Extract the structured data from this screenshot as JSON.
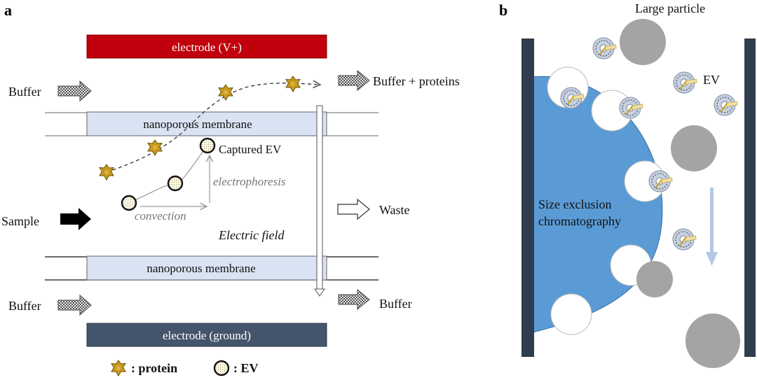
{
  "panel_a": {
    "letter": "a",
    "electrode_top": "electrode (V+)",
    "electrode_bottom": "electrode (ground)",
    "membrane_top": "nanoporous membrane",
    "membrane_bottom": "nanoporous membrane",
    "buffer_in_top": "Buffer",
    "buffer_in_bottom": "Buffer",
    "sample_in": "Sample",
    "out_top": "Buffer + proteins",
    "out_middle": "Waste",
    "out_bottom": "Buffer",
    "captured_ev": "Captured EV",
    "electrophoresis": "electrophoresis",
    "convection": "convection",
    "electric_field": "Electric field",
    "legend_protein": ": protein",
    "legend_ev": ": EV"
  },
  "panel_b": {
    "letter": "b",
    "large_particle": "Large particle",
    "ev": "EV",
    "sec_line1": "Size exclusion",
    "sec_line2": "chromatography"
  },
  "colors": {
    "electrode_top": "#c0000c",
    "electrode_bottom": "#44546a",
    "membrane": "#dae3f3",
    "protein": "#b8860b",
    "ev_fill": "#fff9e6",
    "sec_blue": "#5b9bd5",
    "column_wall": "#2f3d4f",
    "large_particle": "#a6a3a3",
    "flow_arrow": "#b4c7e7"
  }
}
